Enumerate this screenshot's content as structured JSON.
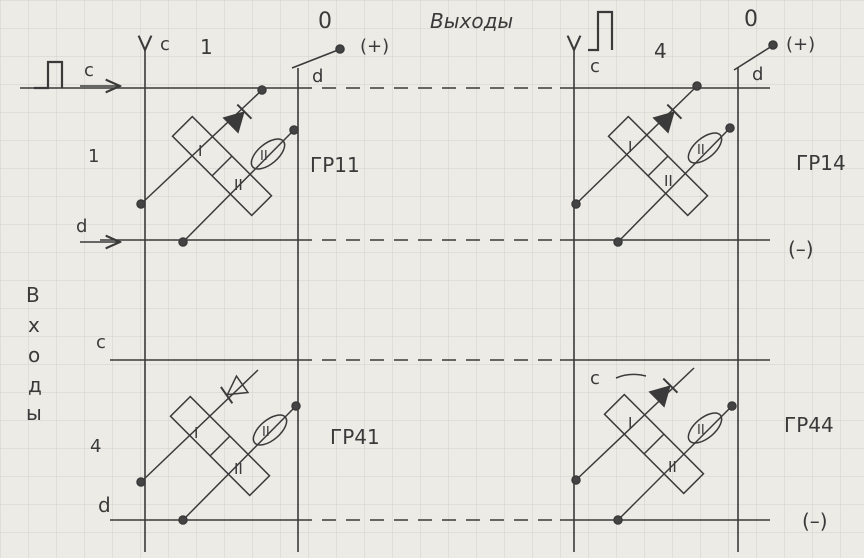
{
  "header": {
    "outputs_label": "Выходы",
    "output_zero": "0",
    "col_left_number": "1",
    "col_right_number": "4",
    "plus_label": "(+)",
    "minus_label": "(–)",
    "pulse_symbol": "Л"
  },
  "inputs": {
    "label_letters": [
      "В",
      "х",
      "о",
      "д",
      "ы"
    ],
    "row_top_number": "1",
    "row_bottom_number": "4",
    "wire_c": "c",
    "wire_d": "d"
  },
  "elements": [
    {
      "id": "gr11",
      "name": "ГР11",
      "winding_1": "I",
      "winding_2": "II",
      "winding_3": "II"
    },
    {
      "id": "gr14",
      "name": "ГР14",
      "winding_1": "I",
      "winding_2": "II",
      "winding_3": "II"
    },
    {
      "id": "gr41",
      "name": "ГР41",
      "winding_1": "I",
      "winding_2": "II",
      "winding_3": "II"
    },
    {
      "id": "gr44",
      "name": "ГР44",
      "winding_1": "I",
      "winding_2": "II",
      "winding_3": "II"
    }
  ],
  "colors": {
    "paper": "#ecebe6",
    "grid": "#d2d2cc",
    "ink": "#3a3a3a",
    "pencil": "#4a4a4a"
  }
}
